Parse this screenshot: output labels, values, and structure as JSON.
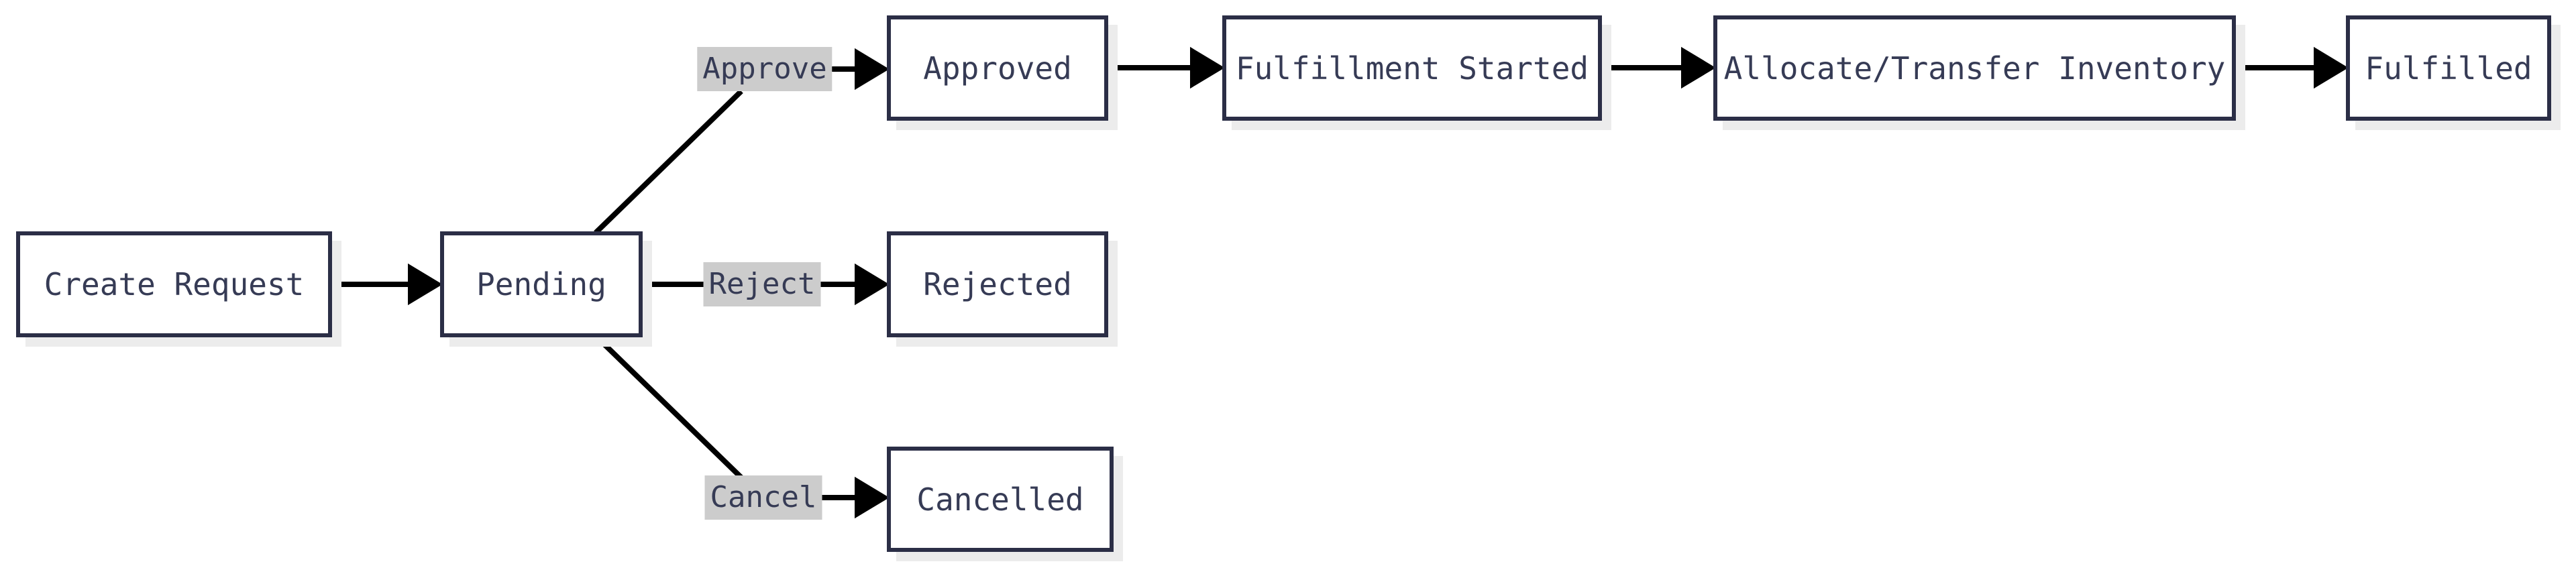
{
  "diagram": {
    "type": "flowchart",
    "background": "#ffffff",
    "colors": {
      "node_border": "#2b2e46",
      "node_fill": "#ffffff",
      "node_text": "#363b55",
      "edge_line": "#000000",
      "edge_label_bg": "#cccccc",
      "edge_label_text": "#363b55",
      "shadow": "#ececec"
    },
    "nodes": [
      {
        "id": "create-request",
        "label": "Create Request"
      },
      {
        "id": "pending",
        "label": "Pending"
      },
      {
        "id": "approved",
        "label": "Approved"
      },
      {
        "id": "fulfillment-started",
        "label": "Fulfillment Started"
      },
      {
        "id": "allocate-transfer-inventory",
        "label": "Allocate/Transfer Inventory"
      },
      {
        "id": "fulfilled",
        "label": "Fulfilled"
      },
      {
        "id": "rejected",
        "label": "Rejected"
      },
      {
        "id": "cancelled",
        "label": "Cancelled"
      }
    ],
    "edge_labels": [
      {
        "id": "approve",
        "label": "Approve"
      },
      {
        "id": "reject",
        "label": "Reject"
      },
      {
        "id": "cancel",
        "label": "Cancel"
      }
    ],
    "edges": [
      {
        "from": "Create Request",
        "to": "Pending",
        "label": ""
      },
      {
        "from": "Pending",
        "to": "Approved",
        "label": "Approve"
      },
      {
        "from": "Approved",
        "to": "Fulfillment Started",
        "label": ""
      },
      {
        "from": "Fulfillment Started",
        "to": "Allocate/Transfer Inventory",
        "label": ""
      },
      {
        "from": "Allocate/Transfer Inventory",
        "to": "Fulfilled",
        "label": ""
      },
      {
        "from": "Pending",
        "to": "Rejected",
        "label": "Reject"
      },
      {
        "from": "Pending",
        "to": "Cancelled",
        "label": "Cancel"
      }
    ]
  }
}
